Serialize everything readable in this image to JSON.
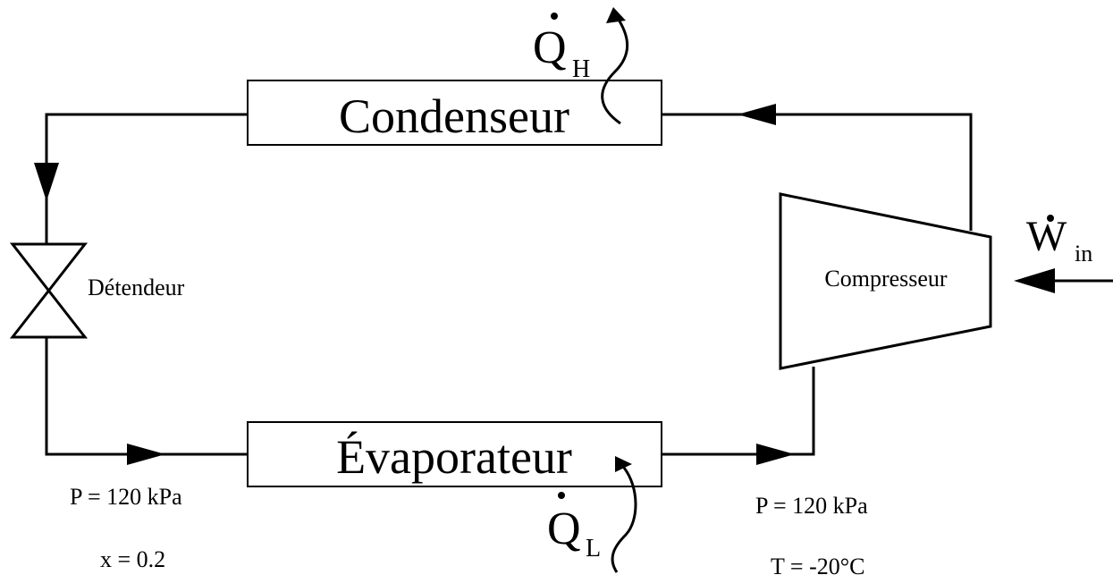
{
  "components": {
    "condenser": "Condenseur",
    "evaporator": "Évaporateur",
    "expansion_valve": "Détendeur",
    "compressor": "Compresseur"
  },
  "heat_flows": {
    "q_high": {
      "symbol": "Q",
      "subscript": "H"
    },
    "q_low": {
      "symbol": "Q",
      "subscript": "L"
    },
    "work_in": {
      "symbol": "W",
      "subscript": "in"
    }
  },
  "states": {
    "evaporator_inlet": {
      "pressure": "P = 120 kPa",
      "quality": "x = 0.2"
    },
    "compressor_inlet": {
      "pressure": "P = 120 kPa",
      "temperature": "T = -20°C"
    }
  }
}
